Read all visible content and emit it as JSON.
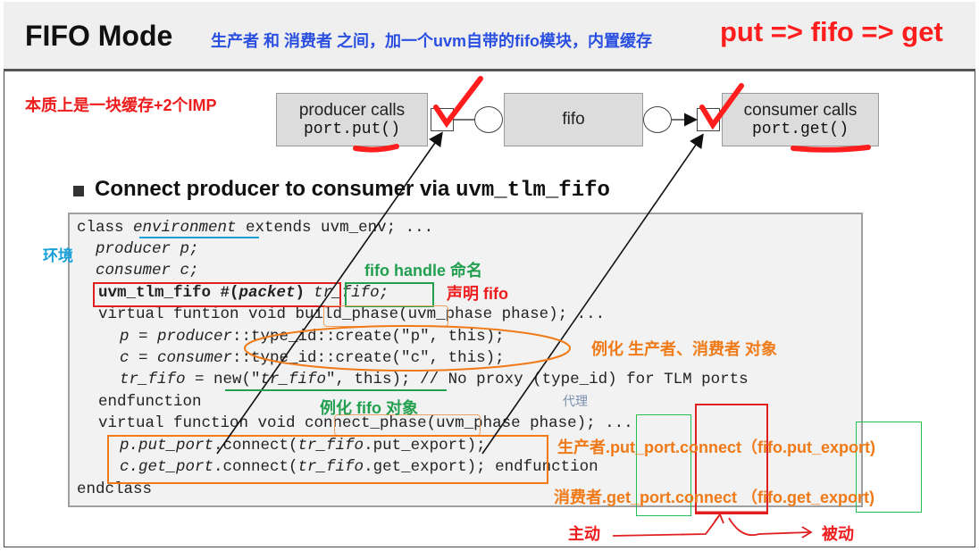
{
  "header": {
    "title": "FIFO Mode",
    "subtitle": "生产者 和 消费者 之间，加一个uvm自带的fifo模块，内置缓存",
    "put_get_flow": "put => fifo => get"
  },
  "side_note": "本质上是一块缓存+2个IMP",
  "diagram": {
    "producer_line1": "producer calls",
    "producer_line2": "port.put()",
    "fifo_label": "fifo",
    "consumer_line1": "consumer calls",
    "consumer_line2": "port.get()"
  },
  "bullet": {
    "text": "Connect producer to consumer via ",
    "code": "uvm_tlm_fifo"
  },
  "code": {
    "l1_a": "class ",
    "l1_b": "environment",
    "l1_c": " extends uvm_env; ...",
    "l2": "  producer p;",
    "l3": "  consumer c;",
    "l4_a": "uvm_tlm_fifo #(",
    "l4_b": "packet",
    "l4_c": ")",
    "l4_d": "tr_fifo;",
    "l5_a": "virtual funtion void ",
    "l5_b": "build_phase",
    "l5_c": "(uvm_phase phase); ...",
    "l6_a": "p = producer",
    "l6_b": "::type_id::create(\"p\", this);",
    "l7_a": "c = consumer",
    "l7_b": "::type_id::create(\"c\", this);",
    "l8_a": "tr_fifo",
    "l8_b": " = new(\"",
    "l8_c": "tr_fifo",
    "l8_d": "\", this); // No proxy (type_id) for TLM ports",
    "l9": "endfunction",
    "l10_a": "virtual function void ",
    "l10_b": "connect_phase",
    "l10_c": "(uvm_phase phase); ...",
    "l11_a": "p.put_port",
    "l11_b": ".connect(",
    "l11_c": "tr_fifo",
    "l11_d": ".put_export);",
    "l12_a": "c.get_port",
    "l12_b": ".connect(",
    "l12_c": "tr_fifo",
    "l12_d": ".get_export);",
    "l12_e": " endfunction",
    "l13": "endclass"
  },
  "annotations": {
    "env": "环境",
    "fifo_handle": "fifo handle 命名",
    "declare_fifo": "声明 fifo",
    "instantiate_pc": "例化 生产者、消费者 对象",
    "instantiate_fifo": "例化 fifo 对象",
    "proxy": "代理",
    "producer_connect": "生产者.put_port.connect（fifo.put_export)",
    "consumer_connect": "消费者.get_port.connect （fifo.get_export)",
    "active": "主动",
    "passive": "被动"
  },
  "colors": {
    "red": "#ee1c1c",
    "orange": "#f07a18",
    "green": "#22a050",
    "blue": "#1aa0d8",
    "subtitle_blue": "#2a4fe0"
  }
}
